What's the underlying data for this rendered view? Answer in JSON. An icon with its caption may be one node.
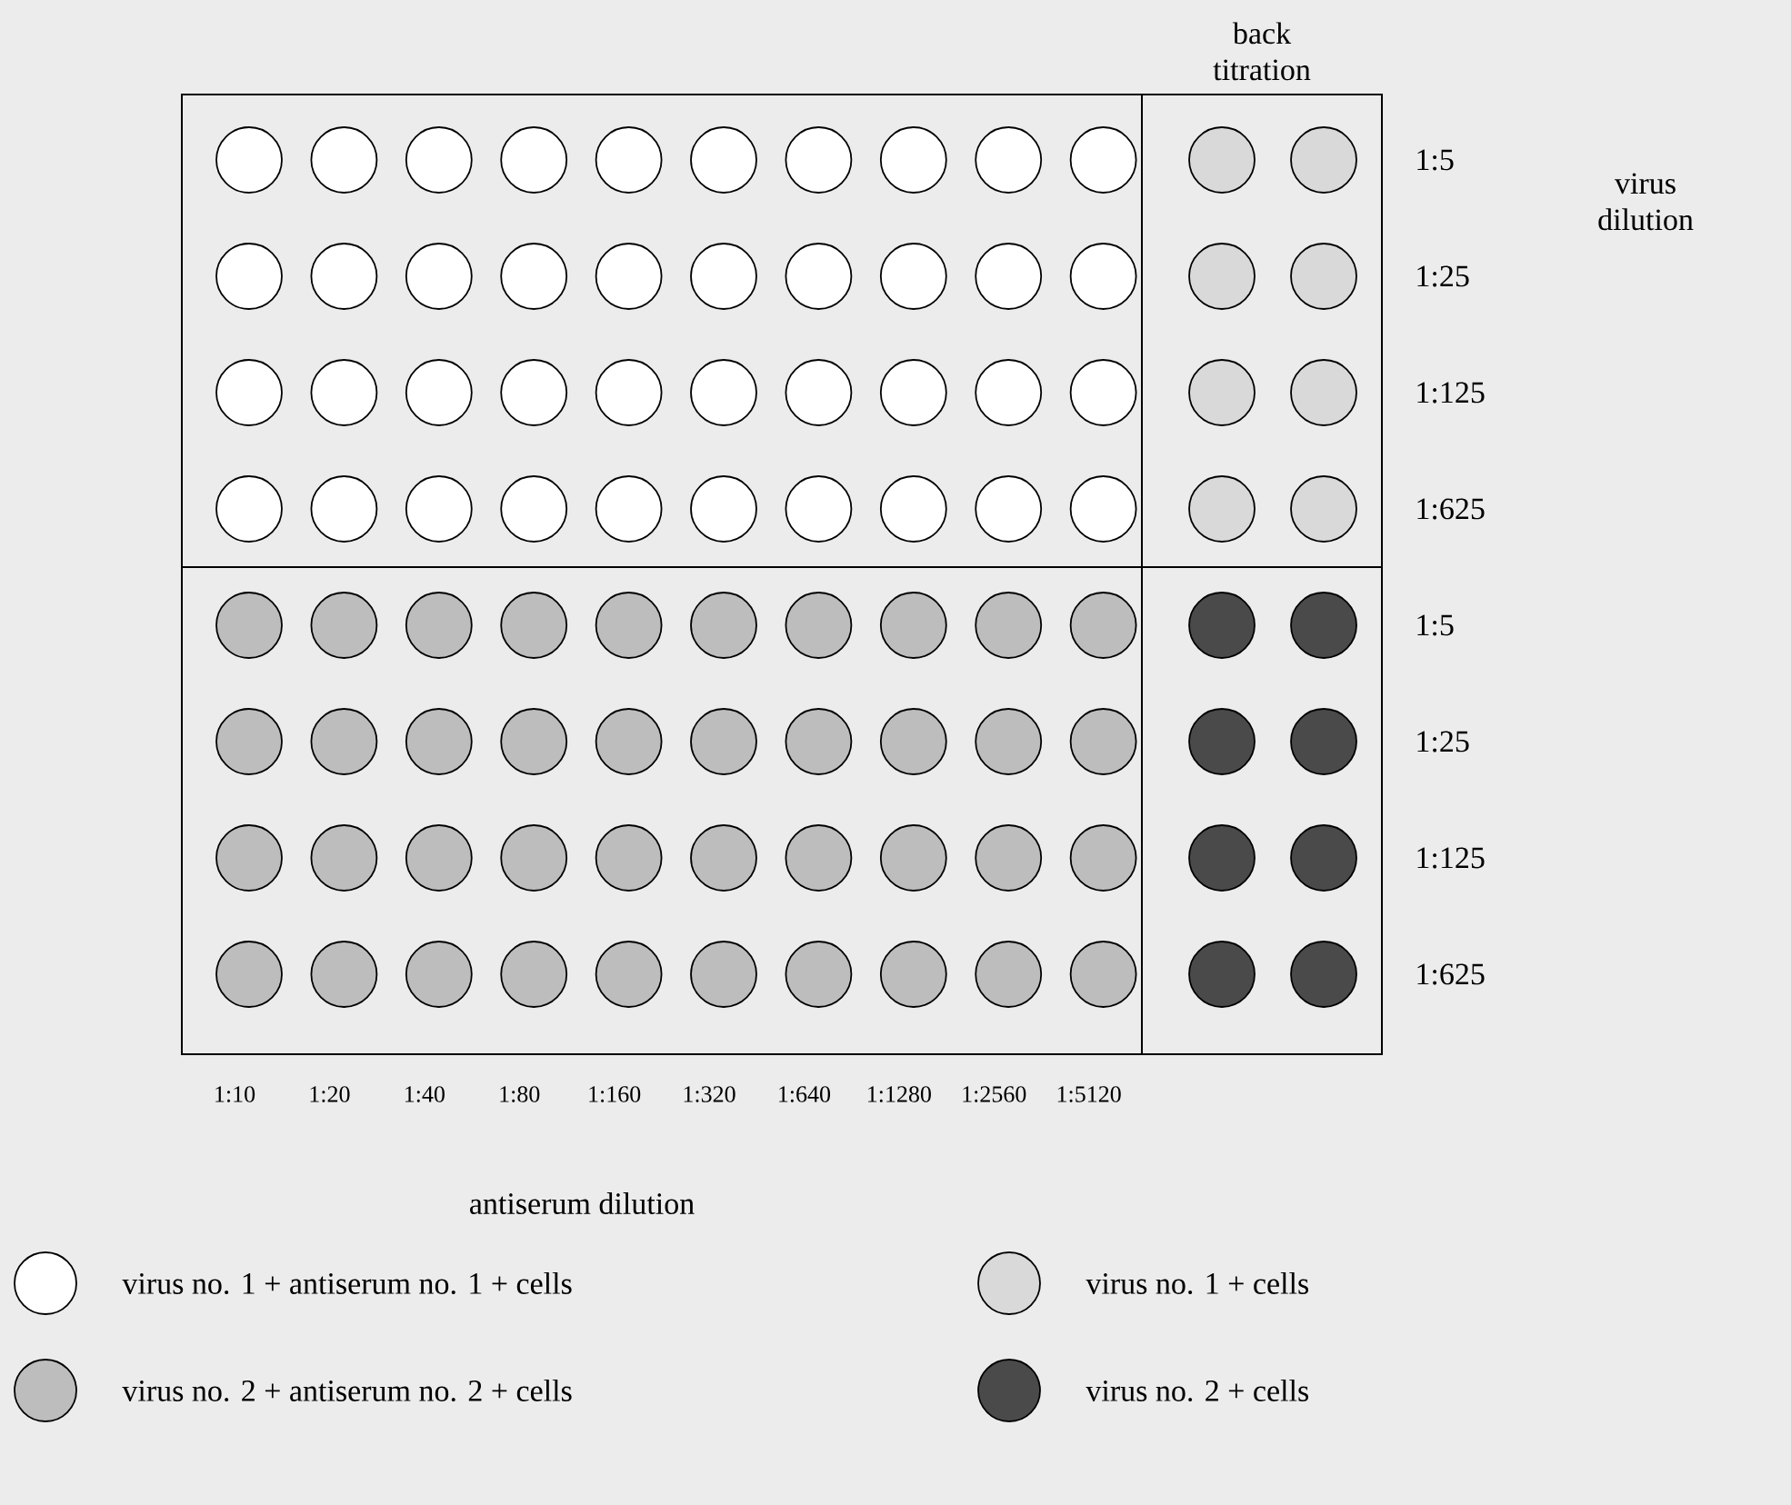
{
  "diagram": {
    "labels": [
      "back titration",
      "1:5",
      "virus dilution",
      "1:25",
      "1:125",
      "1:625",
      "1:5",
      "1:25",
      "1:125",
      "1:625",
      "1:10",
      "1:20",
      "1:40",
      "1:80",
      "1:160",
      "1:320",
      "1:640",
      "1:1280",
      "1:2560",
      "1:5120",
      "antiserum dilution"
    ],
    "legend": [
      {
        "text": "virus no. 1 + antiserum no. 1 + cells",
        "color": "#ffffff"
      },
      {
        "text": "virus no. 1 + cells",
        "color": "#d9d9d9"
      },
      {
        "text": "virus no. 2 + antiserum no. 2 + cells",
        "color": "#bdbdbd"
      },
      {
        "text": "virus no. 2 + cells",
        "color": "#4a4a4a"
      }
    ]
  }
}
